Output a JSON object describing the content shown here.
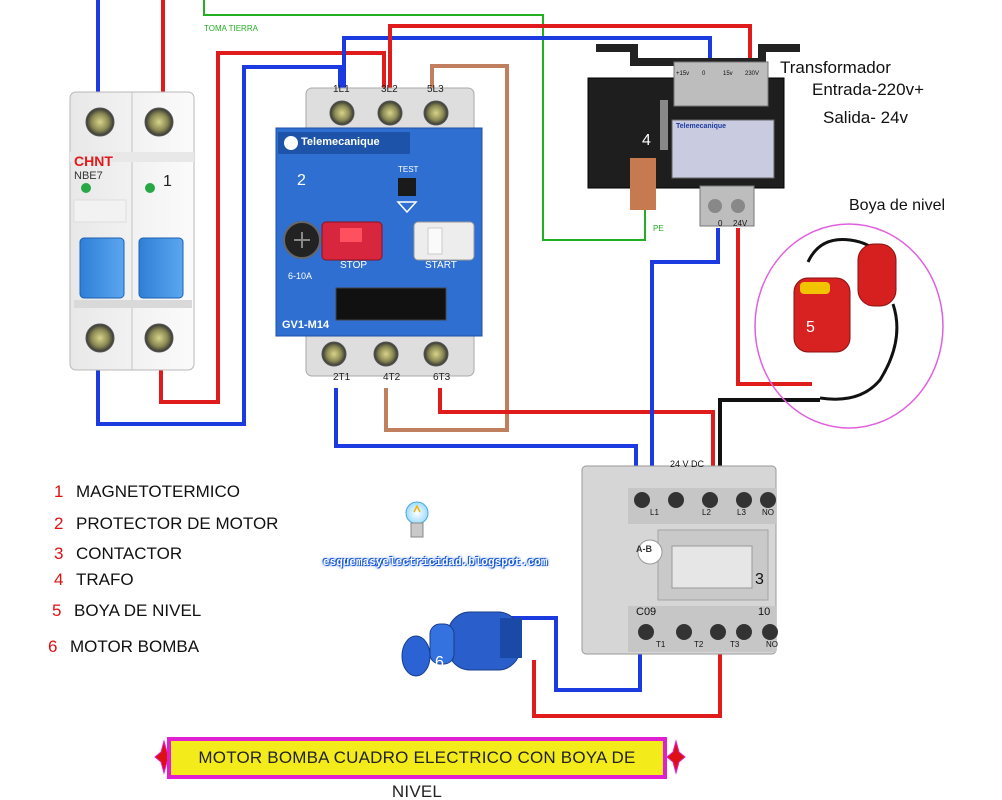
{
  "wiring": {
    "ground_label": "TOMA TIERRA",
    "pe_label": "PE"
  },
  "breaker": {
    "brand": "CHNT",
    "model": "NBE7",
    "number": "1"
  },
  "motor_protector": {
    "brand": "Telemecanique",
    "number": "2",
    "model": "GV1-M14",
    "range": "6-10A",
    "test_label": "TEST",
    "stop_label": "STOP",
    "start_label": "START",
    "terminals_top": [
      "1L1",
      "3L2",
      "5L3"
    ],
    "terminals_bottom": [
      "2T1",
      "4T2",
      "6T3"
    ]
  },
  "transformer": {
    "number": "4",
    "brand": "Telemecanique",
    "title": "Transformador",
    "input": "Entrada-220v+",
    "output": "Salida- 24v",
    "out_terminals": [
      "0",
      "24V"
    ],
    "in_terminals": [
      "+15v",
      "0",
      "15v",
      "230V"
    ]
  },
  "float_switch": {
    "title": "Boya de nivel",
    "number": "5"
  },
  "contactor": {
    "number": "3",
    "brand": "A-B",
    "model": "C09",
    "coil": "24 V DC",
    "aux": "10",
    "terminals_top": [
      "L1",
      "L2",
      "L3",
      "NO"
    ],
    "terminals_bottom": [
      "T1",
      "T2",
      "T3",
      "NO"
    ]
  },
  "motor": {
    "number": "6"
  },
  "legend": [
    {
      "num": "1",
      "text": "MAGNETOTERMICO"
    },
    {
      "num": "2",
      "text": "PROTECTOR DE MOTOR"
    },
    {
      "num": "3",
      "text": "CONTACTOR"
    },
    {
      "num": "4",
      "text": "TRAFO"
    },
    {
      "num": "5",
      "text": "BOYA DE NIVEL"
    },
    {
      "num": "6",
      "text": "MOTOR BOMBA"
    }
  ],
  "blog": "esquemasyelectricidad.blogspot.com",
  "banner": "MOTOR BOMBA CUADRO ELECTRICO CON BOYA DE NIVEL",
  "colors": {
    "red": "#e01b1b",
    "blue": "#1b3be0",
    "green": "#22b022",
    "brown": "#c08060",
    "black": "#111111",
    "telemecanique_blue": "#2f6fd1",
    "banner_fill": "#f4ec1a",
    "banner_border": "#e020d0"
  }
}
